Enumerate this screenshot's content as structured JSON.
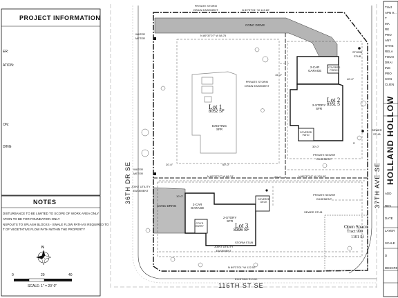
{
  "project_info": {
    "title": "PROJECT INFORMATION",
    "fragments": [
      "ER:",
      "ATION:",
      "ON:",
      "DING"
    ]
  },
  "notes": {
    "title": "NOTES",
    "lines": [
      "DISTURBANCE TO BE LIMITED TO SCOPE OF WORK AREA ONLY",
      "ATION TO BE FOR FOUNDATION ONLY",
      "NSPOUTS TO SPLASH BLOCKS - SWALE FLOW PATH AS REQUIRED TO",
      "T OF VEGETATIVE FLOW PATH WITHIN THE PROPERTY"
    ]
  },
  "scale": {
    "ticks": [
      "0",
      "20",
      "40"
    ],
    "label": "SCALE: 1\" = 20'-0\"",
    "north": "N"
  },
  "title_block": {
    "street_name": "HOLLAND HOLLOW",
    "fragments": [
      "Tract",
      "APN 9...",
      "T",
      "MA",
      "RE",
      "PRO",
      "ANY",
      "OTHE",
      "RELA",
      "FOUN",
      "DRAI",
      "ING",
      "PRO",
      "CON",
      "CLIEN",
      "ADD",
      "REV",
      "DATE",
      "LAYER",
      "SCALE",
      "D",
      "DESCRIPTI"
    ]
  },
  "streets": {
    "west": "36TH DR SE",
    "east": "37TH AVE SE",
    "south": "116TH ST SE"
  },
  "lots": [
    {
      "name": "Lot 1",
      "area": "8052 SF",
      "house": "EXISTING\nSFR"
    },
    {
      "name": "Lot 2",
      "area": "8351 S",
      "house": "2-STORY\nSFR",
      "garage": "2-CAR\nGARAGE",
      "porch": "COVERED\nPORCH",
      "patio": "COVERED\nPATIO"
    },
    {
      "name": "Lot 3",
      "area": "8396 SF",
      "house": "2-STORY\nSFR",
      "garage": "2-CAR\nGARAGE",
      "porch": "COVERED\nDECK",
      "entry": "COV'D\nENTRY"
    }
  ],
  "open_space": {
    "name": "Open Space",
    "tract": "Tract 999",
    "area": "1101 Sf"
  },
  "labels": {
    "private_storm_easement": "PRIVATE STORM\nDRAIN EASEMENT",
    "private_storm_easement_2": "PRIVATE STORM\nDRAIN EASEMENT",
    "conc_drive": "CONC DRIVE",
    "conc_drive_2": "CONC DRIVE",
    "water_meter": "WATER\nMETER",
    "water_meter_2": "WATER\nMETER",
    "storm_stub": "STORM\nSTUB",
    "storm_stub_2": "STORM STUB",
    "sewer_stub": "SEWER\nSTUB",
    "sewer_stub_2": "SEWER STUB",
    "private_sewer_easement": "PRIVATE SEWER\nEASEMENT",
    "private_sewer_easement_2": "PRIVATE SEWER\nEASEMENT",
    "joint_utility": "JOINT UTILITY\nEASEMENT",
    "joint_utility_2": "JOINT UTILITY\nEASEMENT",
    "existing_row": "EXISTING R.O.W.",
    "bearing_top": "N 89°37'01\" W  149.80'",
    "bearing_mid": "N 89°37'07\" W  88.74'",
    "bearing_mid2": "N 89°37'01\" W  120.00'",
    "bearing_bottom": "N 89°37'01\" W  122.52'",
    "bearing_inner": "N 89°37'07\" W  58.75",
    "setback_20": "20'-0\"",
    "setback_60": "60'-0\"",
    "setback_30": "30'-0\"",
    "setback_5": "5'",
    "dim_40": "40'-0\"",
    "dim_15": "15'-0\"",
    "dim_10": "10'-0\"",
    "dim_20b": "20'-0\""
  }
}
